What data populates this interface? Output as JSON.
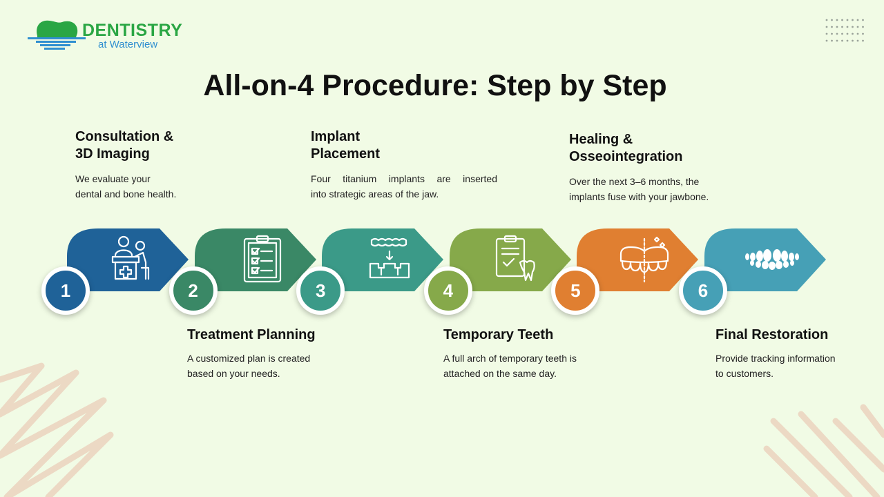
{
  "logo": {
    "name": "DENTISTRY",
    "subtitle": "at Waterview"
  },
  "title": "All-on-4 Procedure: Step by Step",
  "colors": {
    "background": "#f1fbe5",
    "step1": "#1f6298",
    "step2": "#3a8866",
    "step3": "#3b9a88",
    "step4": "#86a94a",
    "step5": "#e07f31",
    "step6": "#46a0b6"
  },
  "steps": [
    {
      "number": "1",
      "title_line1": "Consultation &",
      "title_line2": "3D Imaging",
      "desc_line1": "We evaluate your",
      "desc_line2": "dental and bone health.",
      "icon": "doctor-consultation-icon"
    },
    {
      "number": "2",
      "title_line1": "Treatment Planning",
      "title_line2": "",
      "desc_line1": "A customized plan is created",
      "desc_line2": "based on your needs.",
      "icon": "checklist-clipboard-icon"
    },
    {
      "number": "3",
      "title_line1": "Implant",
      "title_line2": "Placement",
      "desc_line1": "Four titanium implants are inserted",
      "desc_line2": "into strategic areas of the jaw.",
      "icon": "implant-insertion-icon"
    },
    {
      "number": "4",
      "title_line1": "Temporary Teeth",
      "title_line2": "",
      "desc_line1": "A full arch of temporary teeth is",
      "desc_line2": "attached on the same day.",
      "icon": "clipboard-tooth-icon"
    },
    {
      "number": "5",
      "title_line1": "Healing &",
      "title_line2": "Osseointegration",
      "desc_line1": "Over the next 3–6 months, the",
      "desc_line2": "implants fuse with your jawbone.",
      "icon": "sparkling-denture-icon"
    },
    {
      "number": "6",
      "title_line1": "Final Restoration",
      "title_line2": "",
      "desc_line1": "Provide tracking information",
      "desc_line2": "to customers.",
      "icon": "smile-teeth-icon"
    }
  ]
}
